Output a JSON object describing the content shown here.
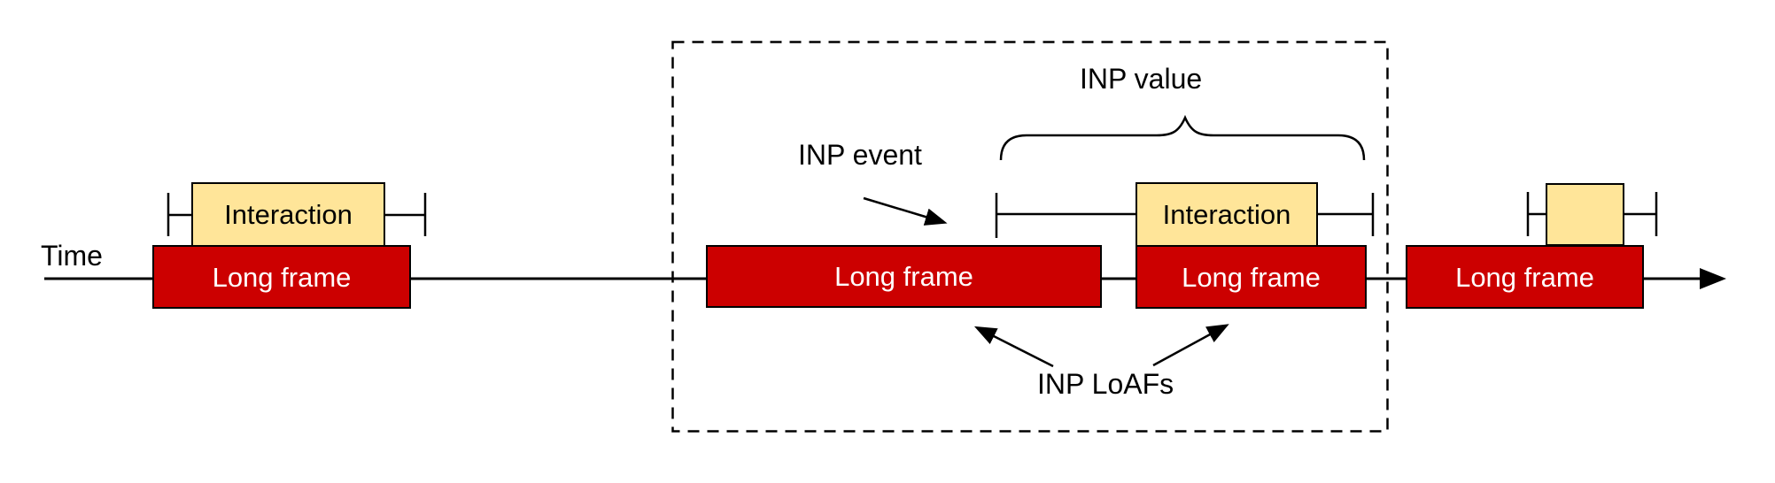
{
  "diagram": {
    "labels": {
      "time": "Time",
      "inp_event": "INP event",
      "inp_value": "INP value",
      "inp_loafs": "INP LoAFs"
    },
    "frames": [
      {
        "label": "Long frame"
      },
      {
        "label": "Long frame"
      },
      {
        "label": "Long frame"
      },
      {
        "label": "Long frame"
      }
    ],
    "interactions": [
      {
        "label": "Interaction"
      },
      {
        "label": "Interaction"
      },
      {
        "label": ""
      }
    ],
    "colors": {
      "long_frame_fill": "#cc0000",
      "long_frame_text": "#ffffff",
      "interaction_fill": "#ffe599",
      "line": "#000000",
      "background": "#ffffff"
    }
  }
}
